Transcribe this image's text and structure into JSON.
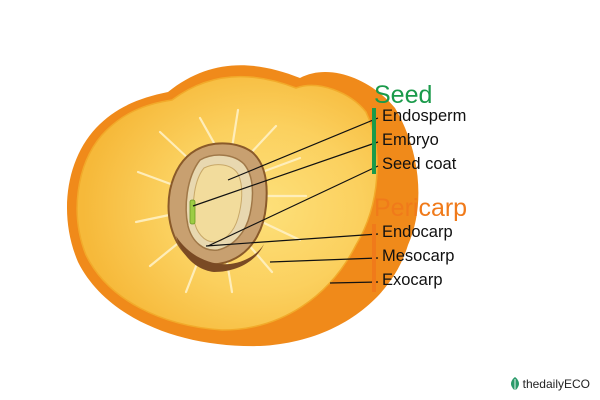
{
  "colors": {
    "seed_group": "#1a9a4a",
    "pericarp_group": "#f07a1a",
    "exocarp_skin": "#f08a1a",
    "mesocarp_flesh": "#f8c64a",
    "endocarp_stone": "#c8a070",
    "endosperm": "#f2dc9c",
    "embryo": "#9ccc44"
  },
  "seed": {
    "heading": "Seed",
    "labels": [
      "Endosperm",
      "Embryo",
      "Seed coat"
    ]
  },
  "pericarp": {
    "heading": "Pericarp",
    "labels": [
      "Endocarp",
      "Mesocarp",
      "Exocarp"
    ]
  },
  "watermark": {
    "icon": "leaf-logo-icon",
    "text": "thedailyECO"
  }
}
